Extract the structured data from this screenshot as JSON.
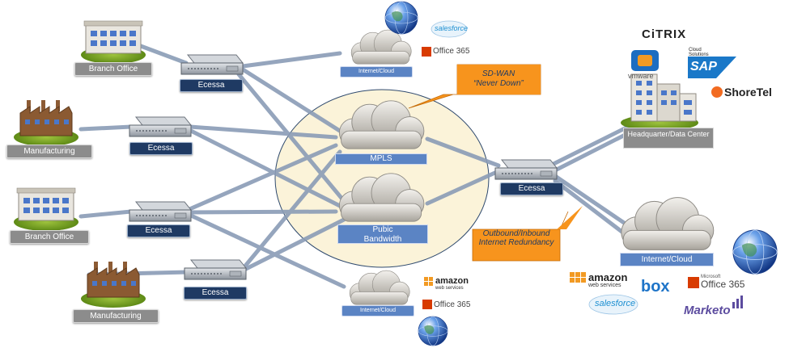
{
  "sites": {
    "branch_office_1": "Branch Office",
    "manufacturing_1": "Manufacturing",
    "branch_office_2": "Branch Office",
    "manufacturing_2": "Manufacturing",
    "headquarter": "Headquarter/Data Center"
  },
  "devices": {
    "ecessa_1": "Ecessa",
    "ecessa_2": "Ecessa",
    "ecessa_3": "Ecessa",
    "ecessa_4": "Ecessa",
    "ecessa_hub": "Ecessa"
  },
  "clouds": {
    "internet_top": "Internet/Cloud",
    "mpls": "MPLS",
    "public": "Pubic Bandwidth",
    "internet_bottom": "Internet/Cloud",
    "internet_right": "Internet/Cloud"
  },
  "callouts": {
    "sdwan_line1": "SD-WAN",
    "sdwan_line2": "“Never Down”",
    "redundancy": "Outbound/Inbound Internet Redundancy"
  },
  "logos": {
    "salesforce_top": "salesforce",
    "office365_top": "Office 365",
    "amazon_bottom_1": "amazon",
    "amazon_bottom_2": "web services",
    "office365_bottom": "Office 365",
    "citrix": "CiTRIX",
    "vmware": "vmware",
    "sap_small": "Cloud Solutions",
    "sap": "SAP",
    "shoretel": "ShoreTel",
    "amazon_right_1": "amazon",
    "amazon_right_2": "web services",
    "box": "box",
    "office365_right": "Office 365",
    "salesforce_right": "salesforce",
    "marketo": "Marketo",
    "microsoft_small": "Microsoft"
  },
  "colors": {
    "link": "#8a9cb6",
    "device_label": "#1f3a63",
    "cloud_label": "#5b84c4",
    "site_label": "#8c8c8c",
    "callout": "#f7941d",
    "ellipse": "#fbf3d9"
  }
}
